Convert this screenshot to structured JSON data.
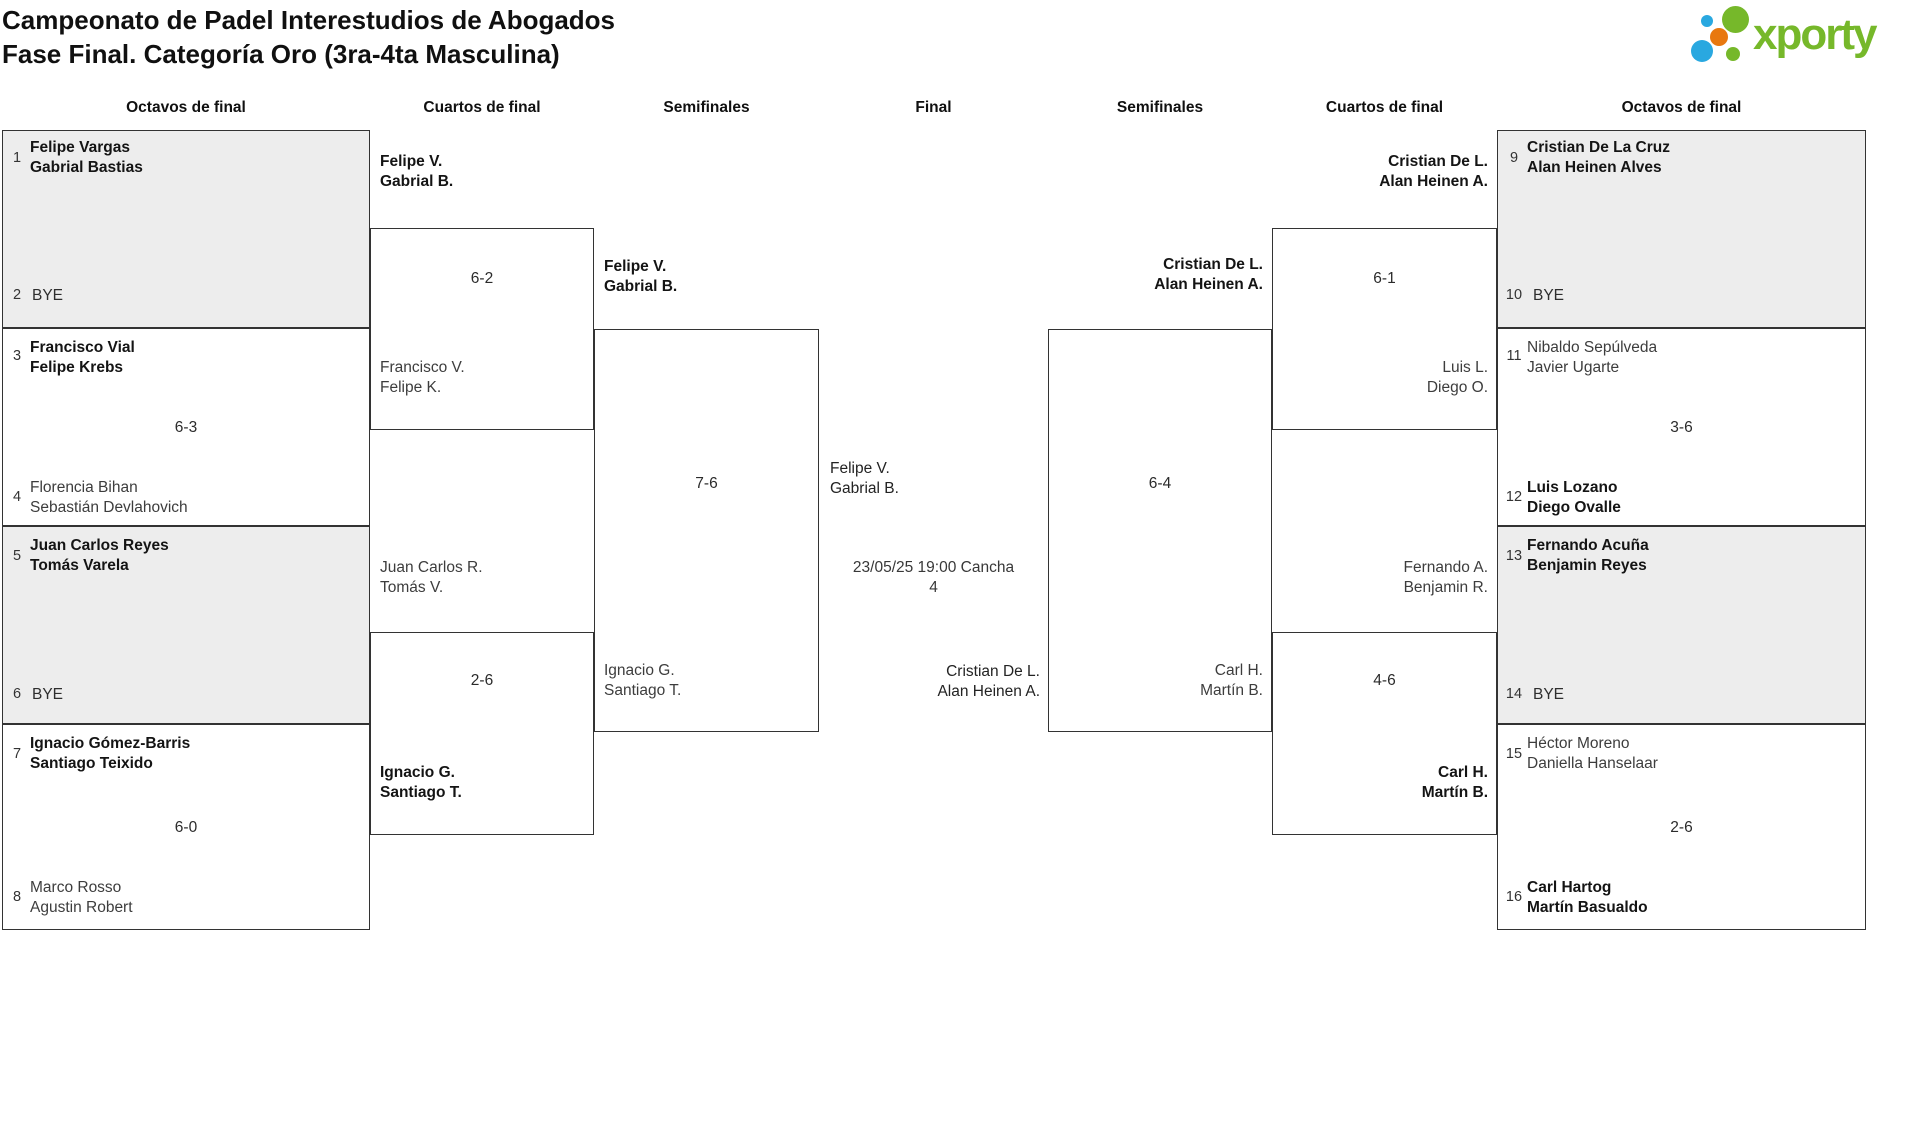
{
  "title": {
    "line1": "Campeonato de Padel Interestudios de Abogados",
    "line2": "Fase Final. Categoría Oro (3ra-4ta Masculina)"
  },
  "logo": {
    "wordmark": "xporty",
    "green": "#76b82a",
    "blue": "#29a8e0",
    "orange": "#e8780f"
  },
  "headers": {
    "octavos_left": "Octavos de final",
    "cuartos_left": "Cuartos de final",
    "semi_left": "Semifinales",
    "final": "Final",
    "semi_right": "Semifinales",
    "cuartos_right": "Cuartos de final",
    "octavos_right": "Octavos de final"
  },
  "octavos_left": {
    "m1": {
      "seed_a": "1",
      "a1": "Felipe Vargas",
      "a2": "Gabrial Bastias",
      "seed_b": "2",
      "bye": "BYE"
    },
    "m2": {
      "seed_a": "3",
      "a1": "Francisco Vial",
      "a2": "Felipe Krebs",
      "score": "6-3",
      "seed_b": "4",
      "b1": "Florencia Bihan",
      "b2": "Sebastián Devlahovich"
    },
    "m3": {
      "seed_a": "5",
      "a1": "Juan Carlos Reyes",
      "a2": "Tomás Varela",
      "seed_b": "6",
      "bye": "BYE"
    },
    "m4": {
      "seed_a": "7",
      "a1": "Ignacio Gómez-Barris",
      "a2": "Santiago Teixido",
      "score": "6-0",
      "seed_b": "8",
      "b1": "Marco Rosso",
      "b2": "Agustin Robert"
    }
  },
  "octavos_right": {
    "m1": {
      "seed_a": "9",
      "a1": "Cristian De La Cruz",
      "a2": "Alan Heinen Alves",
      "seed_b": "10",
      "bye": "BYE"
    },
    "m2": {
      "seed_a": "11",
      "a1": "Nibaldo Sepúlveda",
      "a2": "Javier Ugarte",
      "score": "3-6",
      "seed_b": "12",
      "b1": "Luis Lozano",
      "b2": "Diego Ovalle"
    },
    "m3": {
      "seed_a": "13",
      "a1": "Fernando Acuña",
      "a2": "Benjamin Reyes",
      "seed_b": "14",
      "bye": "BYE"
    },
    "m4": {
      "seed_a": "15",
      "a1": "Héctor Moreno",
      "a2": "Daniella Hanselaar",
      "score": "2-6",
      "seed_b": "16",
      "b1": "Carl Hartog",
      "b2": "Martín Basualdo"
    }
  },
  "cuartos_left": {
    "m1": {
      "a1": "Felipe V.",
      "a2": "Gabrial B.",
      "score": "6-2",
      "b1": "Francisco V.",
      "b2": "Felipe K."
    },
    "m2": {
      "a1": "Juan Carlos R.",
      "a2": "Tomás V.",
      "score": "2-6",
      "b1": "Ignacio G.",
      "b2": "Santiago T."
    }
  },
  "cuartos_right": {
    "m1": {
      "a1": "Cristian De L.",
      "a2": "Alan Heinen A.",
      "score": "6-1",
      "b1": "Luis L.",
      "b2": "Diego O."
    },
    "m2": {
      "a1": "Fernando A.",
      "a2": "Benjamin R.",
      "score": "4-6",
      "b1": "Carl H.",
      "b2": "Martín B."
    }
  },
  "semi_left": {
    "a1": "Felipe V.",
    "a2": "Gabrial B.",
    "score": "7-6",
    "b1": "Ignacio G.",
    "b2": "Santiago T."
  },
  "semi_right": {
    "a1": "Cristian De L.",
    "a2": "Alan Heinen A.",
    "score": "6-4",
    "b1": "Carl H.",
    "b2": "Martín B."
  },
  "final": {
    "left1": "Felipe V.",
    "left2": "Gabrial B.",
    "schedule1": "23/05/25 19:00 Cancha",
    "schedule2": "4",
    "right1": "Cristian De L.",
    "right2": "Alan Heinen A."
  }
}
